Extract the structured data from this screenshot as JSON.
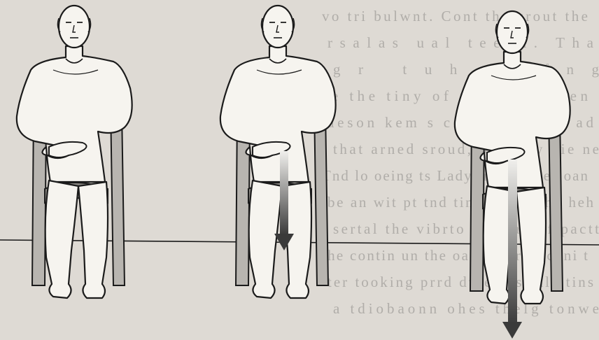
{
  "colors": {
    "paper": "#dedad4",
    "ink": "#1b1b1b",
    "figure_fill": "#f6f4ef",
    "chair_fill": "#b8b5b0",
    "seat_fill": "#8d8a85",
    "arrow_dark": "#3a3a3a",
    "arrow_light": "#f0efec",
    "bleed_text": "#8c8a86"
  },
  "figures": [
    {
      "id": "left",
      "icon": "seated-man-hand-on-lap",
      "arrow": "none"
    },
    {
      "id": "middle",
      "icon": "seated-man-short-down-arrow",
      "arrow": "short"
    },
    {
      "id": "right",
      "icon": "seated-man-long-down-arrow",
      "arrow": "long"
    }
  ],
  "bleed_through_lines": [
    "vo tri bulwnt. Cont the crout the",
    "rsalas ual teeth. Tha",
    "gr tuh nifng",
    "se the tiny of the gand ahen",
    "aeson kem s cifling to ohe ad",
    "that arned sroud, bdhodly vie ne",
    "Tnd lo oeing ts Lady in tay Tbes oan",
    "be an wit pt tnd tin nvr lac thn heh",
    "sertal the vibrto ani ha nof pactt",
    "the contin un the oaid conrtel cnni t",
    "ter tooking prrd dthe oss thle tins",
    "a tdiobaonn ohes thelg tonwe"
  ]
}
